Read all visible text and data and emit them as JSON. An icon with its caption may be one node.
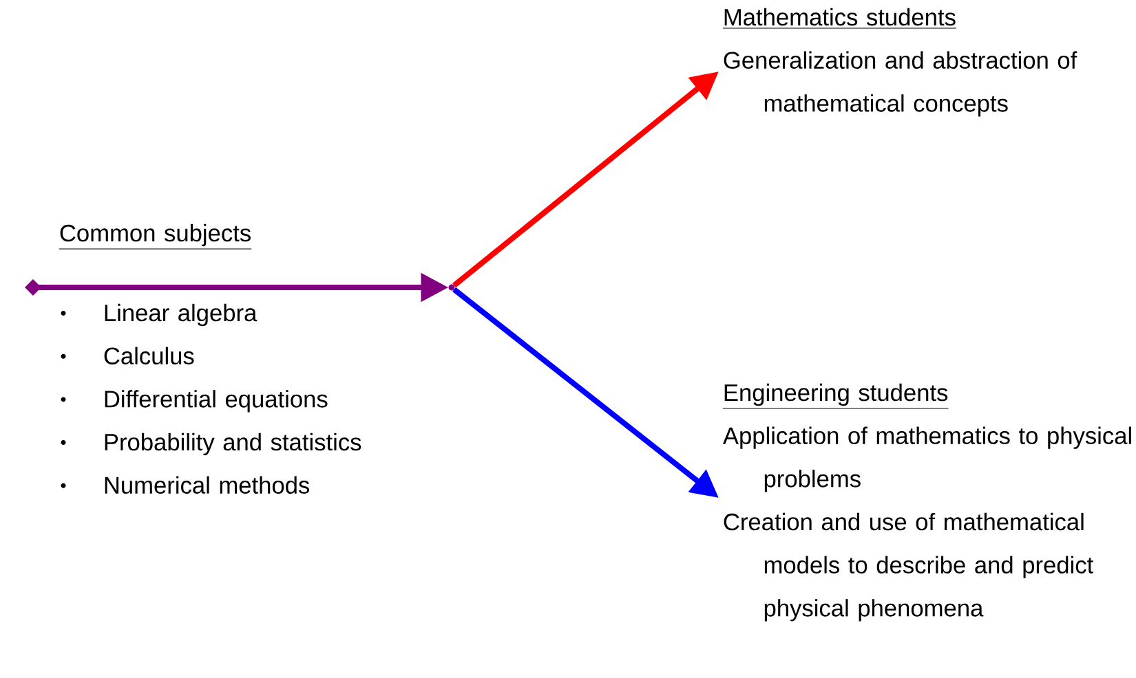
{
  "diagram": {
    "nodes": [
      {
        "text": [
          "Common subjects",
          "Linear algebra",
          "Calculus",
          "Differential equations",
          "Probability and statistics",
          "Numerical methods"
        ]
      },
      {
        "text": [],
        "shape": "point"
      },
      {
        "text": [
          "Mathematics students",
          "Generalization and abstraction of mathematical concepts"
        ]
      },
      {
        "text": [
          "Engineering students",
          "Application of mathematics to physical problems",
          "Creation and use of mathematical models to describe and predict physical phenomena"
        ]
      }
    ],
    "edges": [
      {
        "from": null,
        "to": 1,
        "arrow": "to",
        "color": "#800080"
      },
      {
        "from": 1,
        "to": 2,
        "arrow": "to",
        "color": "#ff0000"
      },
      {
        "from": 1,
        "to": 3,
        "arrow": "to",
        "color": "#0000ff"
      }
    ]
  }
}
